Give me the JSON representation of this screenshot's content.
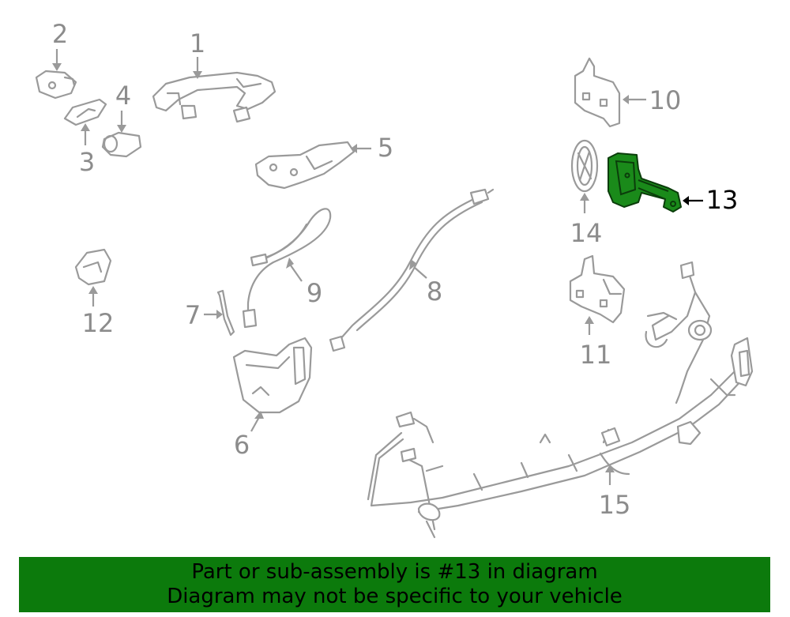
{
  "callouts": {
    "c1": "1",
    "c2": "2",
    "c3": "3",
    "c4": "4",
    "c5": "5",
    "c6": "6",
    "c7": "7",
    "c8": "8",
    "c9": "9",
    "c10": "10",
    "c11": "11",
    "c12": "12",
    "c13": "13",
    "c14": "14",
    "c15": "15"
  },
  "highlighted_part": "13",
  "colors": {
    "banner_bg": "#0c7a0c",
    "highlight": "#1a8a1a",
    "part_line": "#9a9a9a"
  },
  "banner": {
    "line1": "Part or sub-assembly is #13 in diagram",
    "line2": "Diagram may not be specific to your vehicle"
  }
}
